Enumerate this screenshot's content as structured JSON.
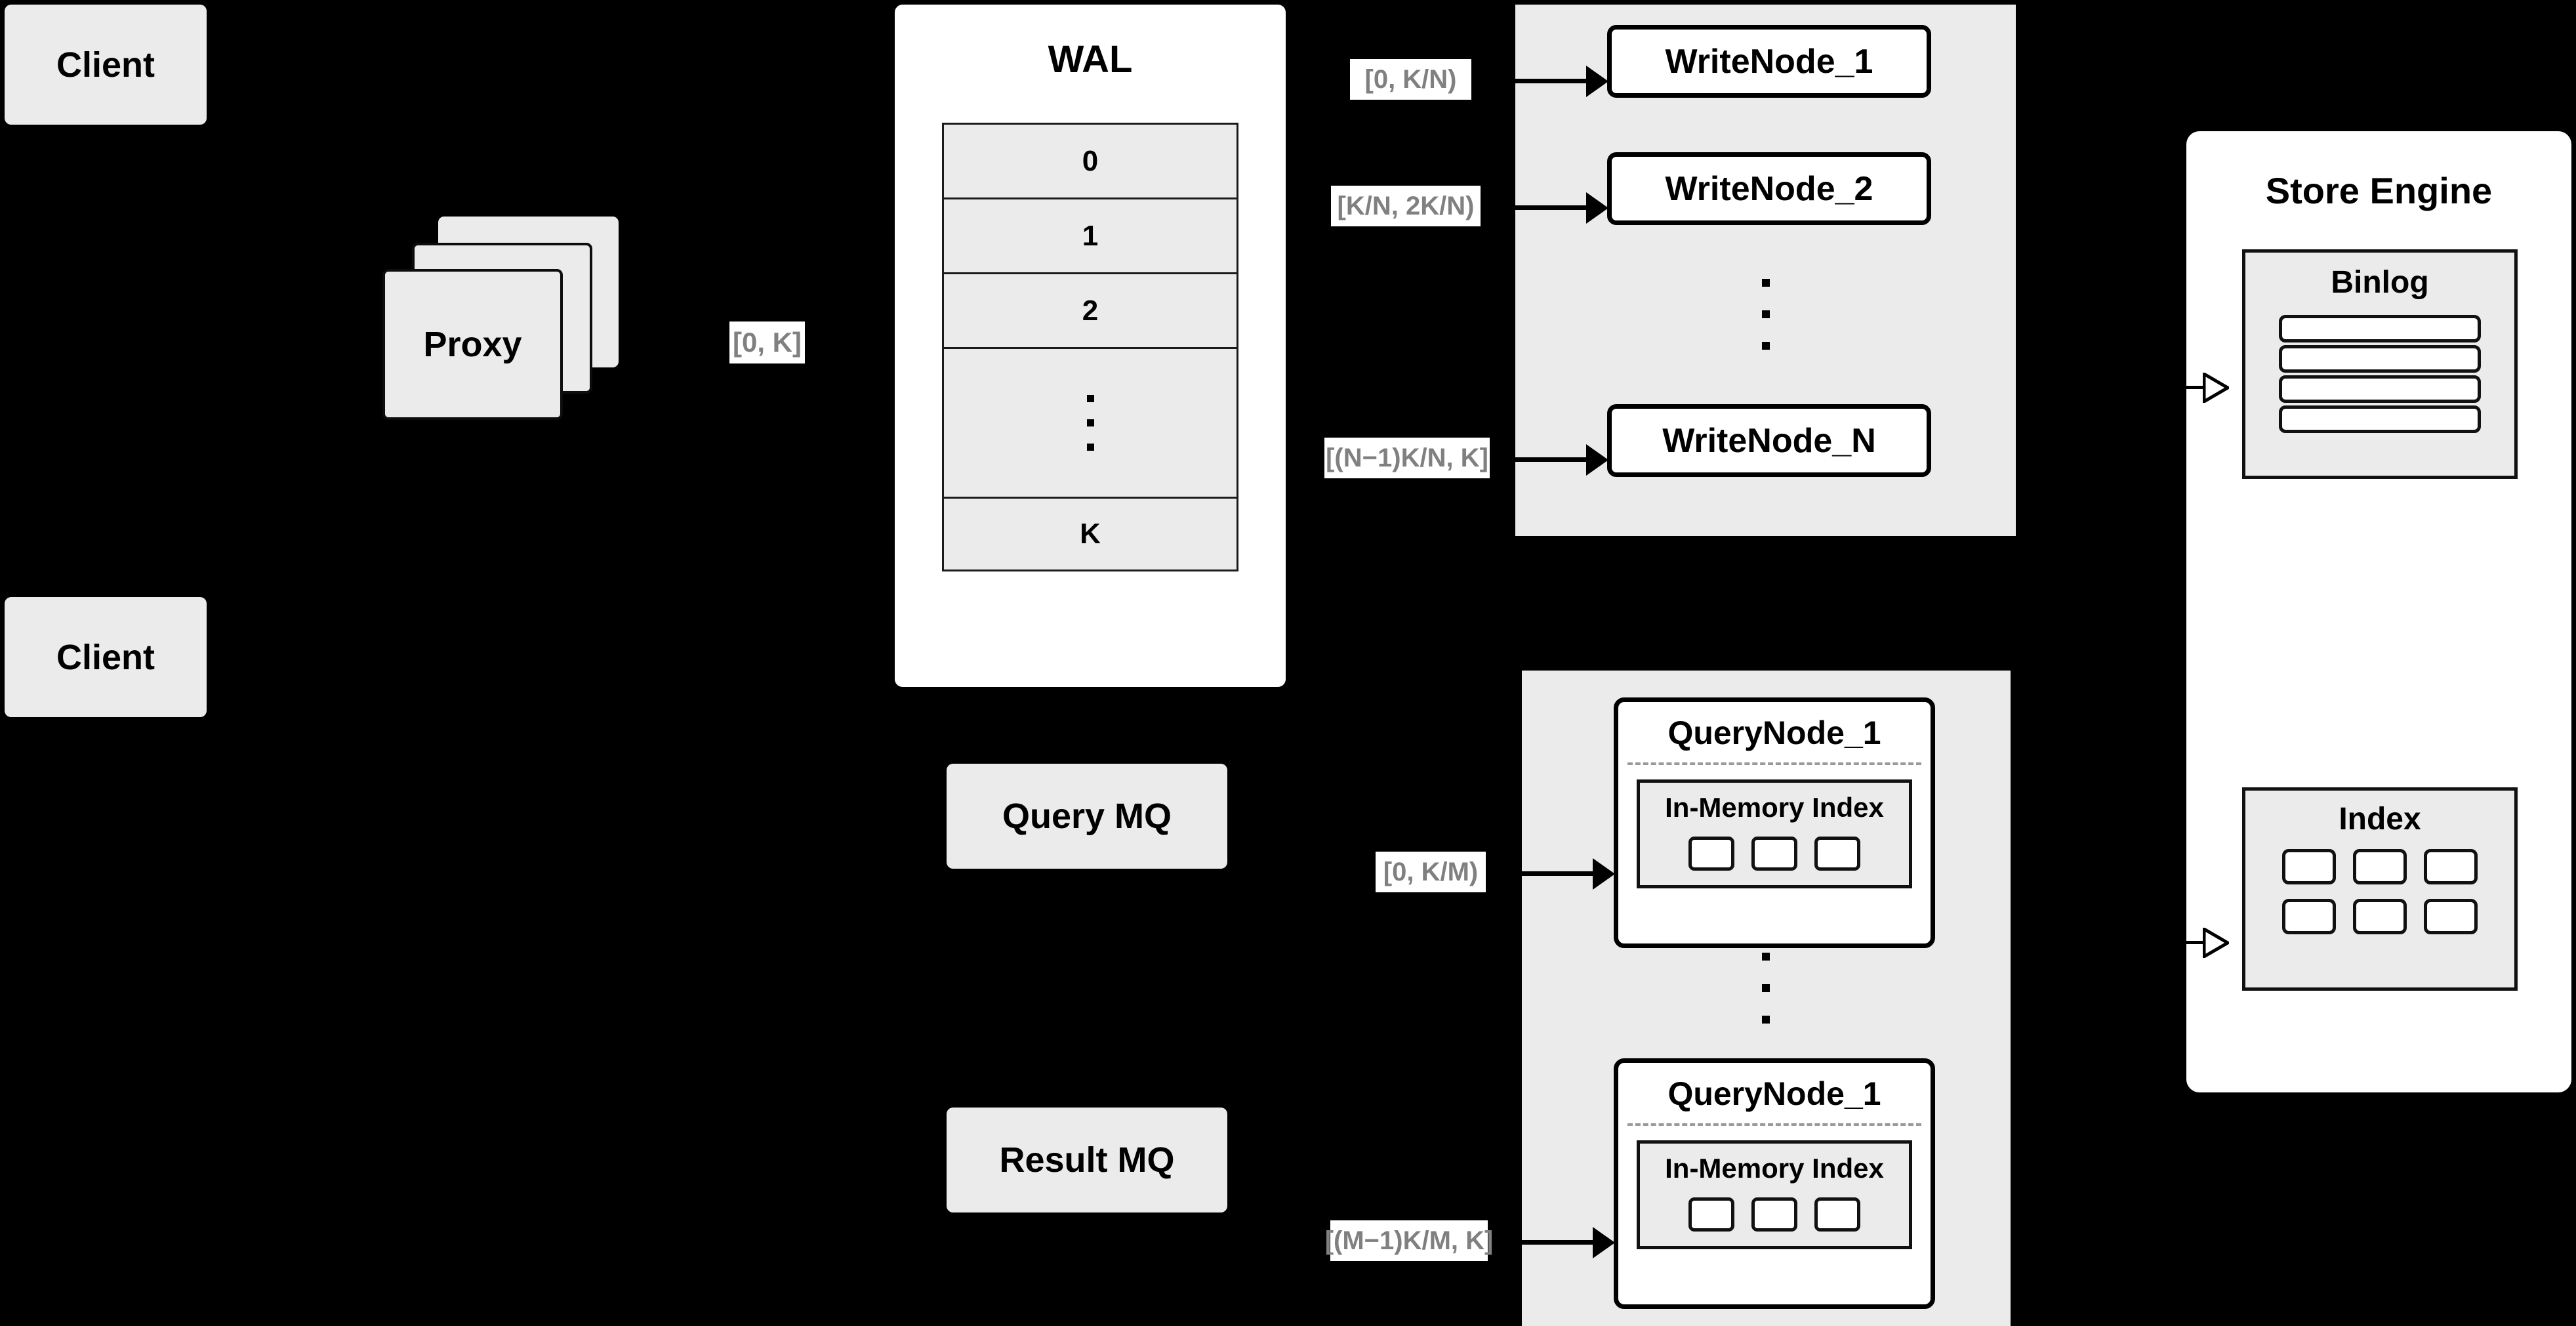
{
  "diagram": {
    "background_color": "#000000",
    "box_fill": "#ebebeb",
    "node_fill": "#ffffff",
    "label_text_color": "#808080",
    "stroke_color": "#000000"
  },
  "clients": [
    {
      "label": "Client"
    },
    {
      "label": "Client"
    }
  ],
  "proxy": {
    "label": "Proxy",
    "stack_layers": 3
  },
  "wal": {
    "title": "WAL",
    "rows": [
      "0",
      "1",
      "2",
      "",
      "K"
    ],
    "dots_row_index": 3,
    "dots_count": 3
  },
  "edge_labels": {
    "proxy_to_wal": "[0, K]",
    "wal_to_writenode_1": "[0,  K/N)",
    "wal_to_writenode_2": "[K/N, 2K/N)",
    "wal_to_writenode_n": "[(N−1)K/N,  K]",
    "mq_to_querynode_1": "[0, K/M)",
    "mq_to_querynode_m": "[(M−1)K/M, K]"
  },
  "write_cluster": {
    "nodes": [
      {
        "label": "WriteNode_1"
      },
      {
        "label": "WriteNode_2"
      },
      {
        "label": "WriteNode_N"
      }
    ],
    "ellipsis_dots": 3
  },
  "query_cluster": {
    "nodes": [
      {
        "title": "QueryNode_1",
        "index_title": "In-Memory Index",
        "index_tiles": 3
      },
      {
        "title": "QueryNode_1",
        "index_title": "In-Memory Index",
        "index_tiles": 3
      }
    ],
    "ellipsis_dots": 3
  },
  "message_queues": [
    {
      "label": "Query MQ"
    },
    {
      "label": "Result MQ"
    }
  ],
  "store_engine": {
    "title": "Store Engine",
    "binlog": {
      "title": "Binlog",
      "bars": 4
    },
    "index": {
      "title": "Index",
      "tiles": 6,
      "rows": 2,
      "cols": 3
    }
  }
}
